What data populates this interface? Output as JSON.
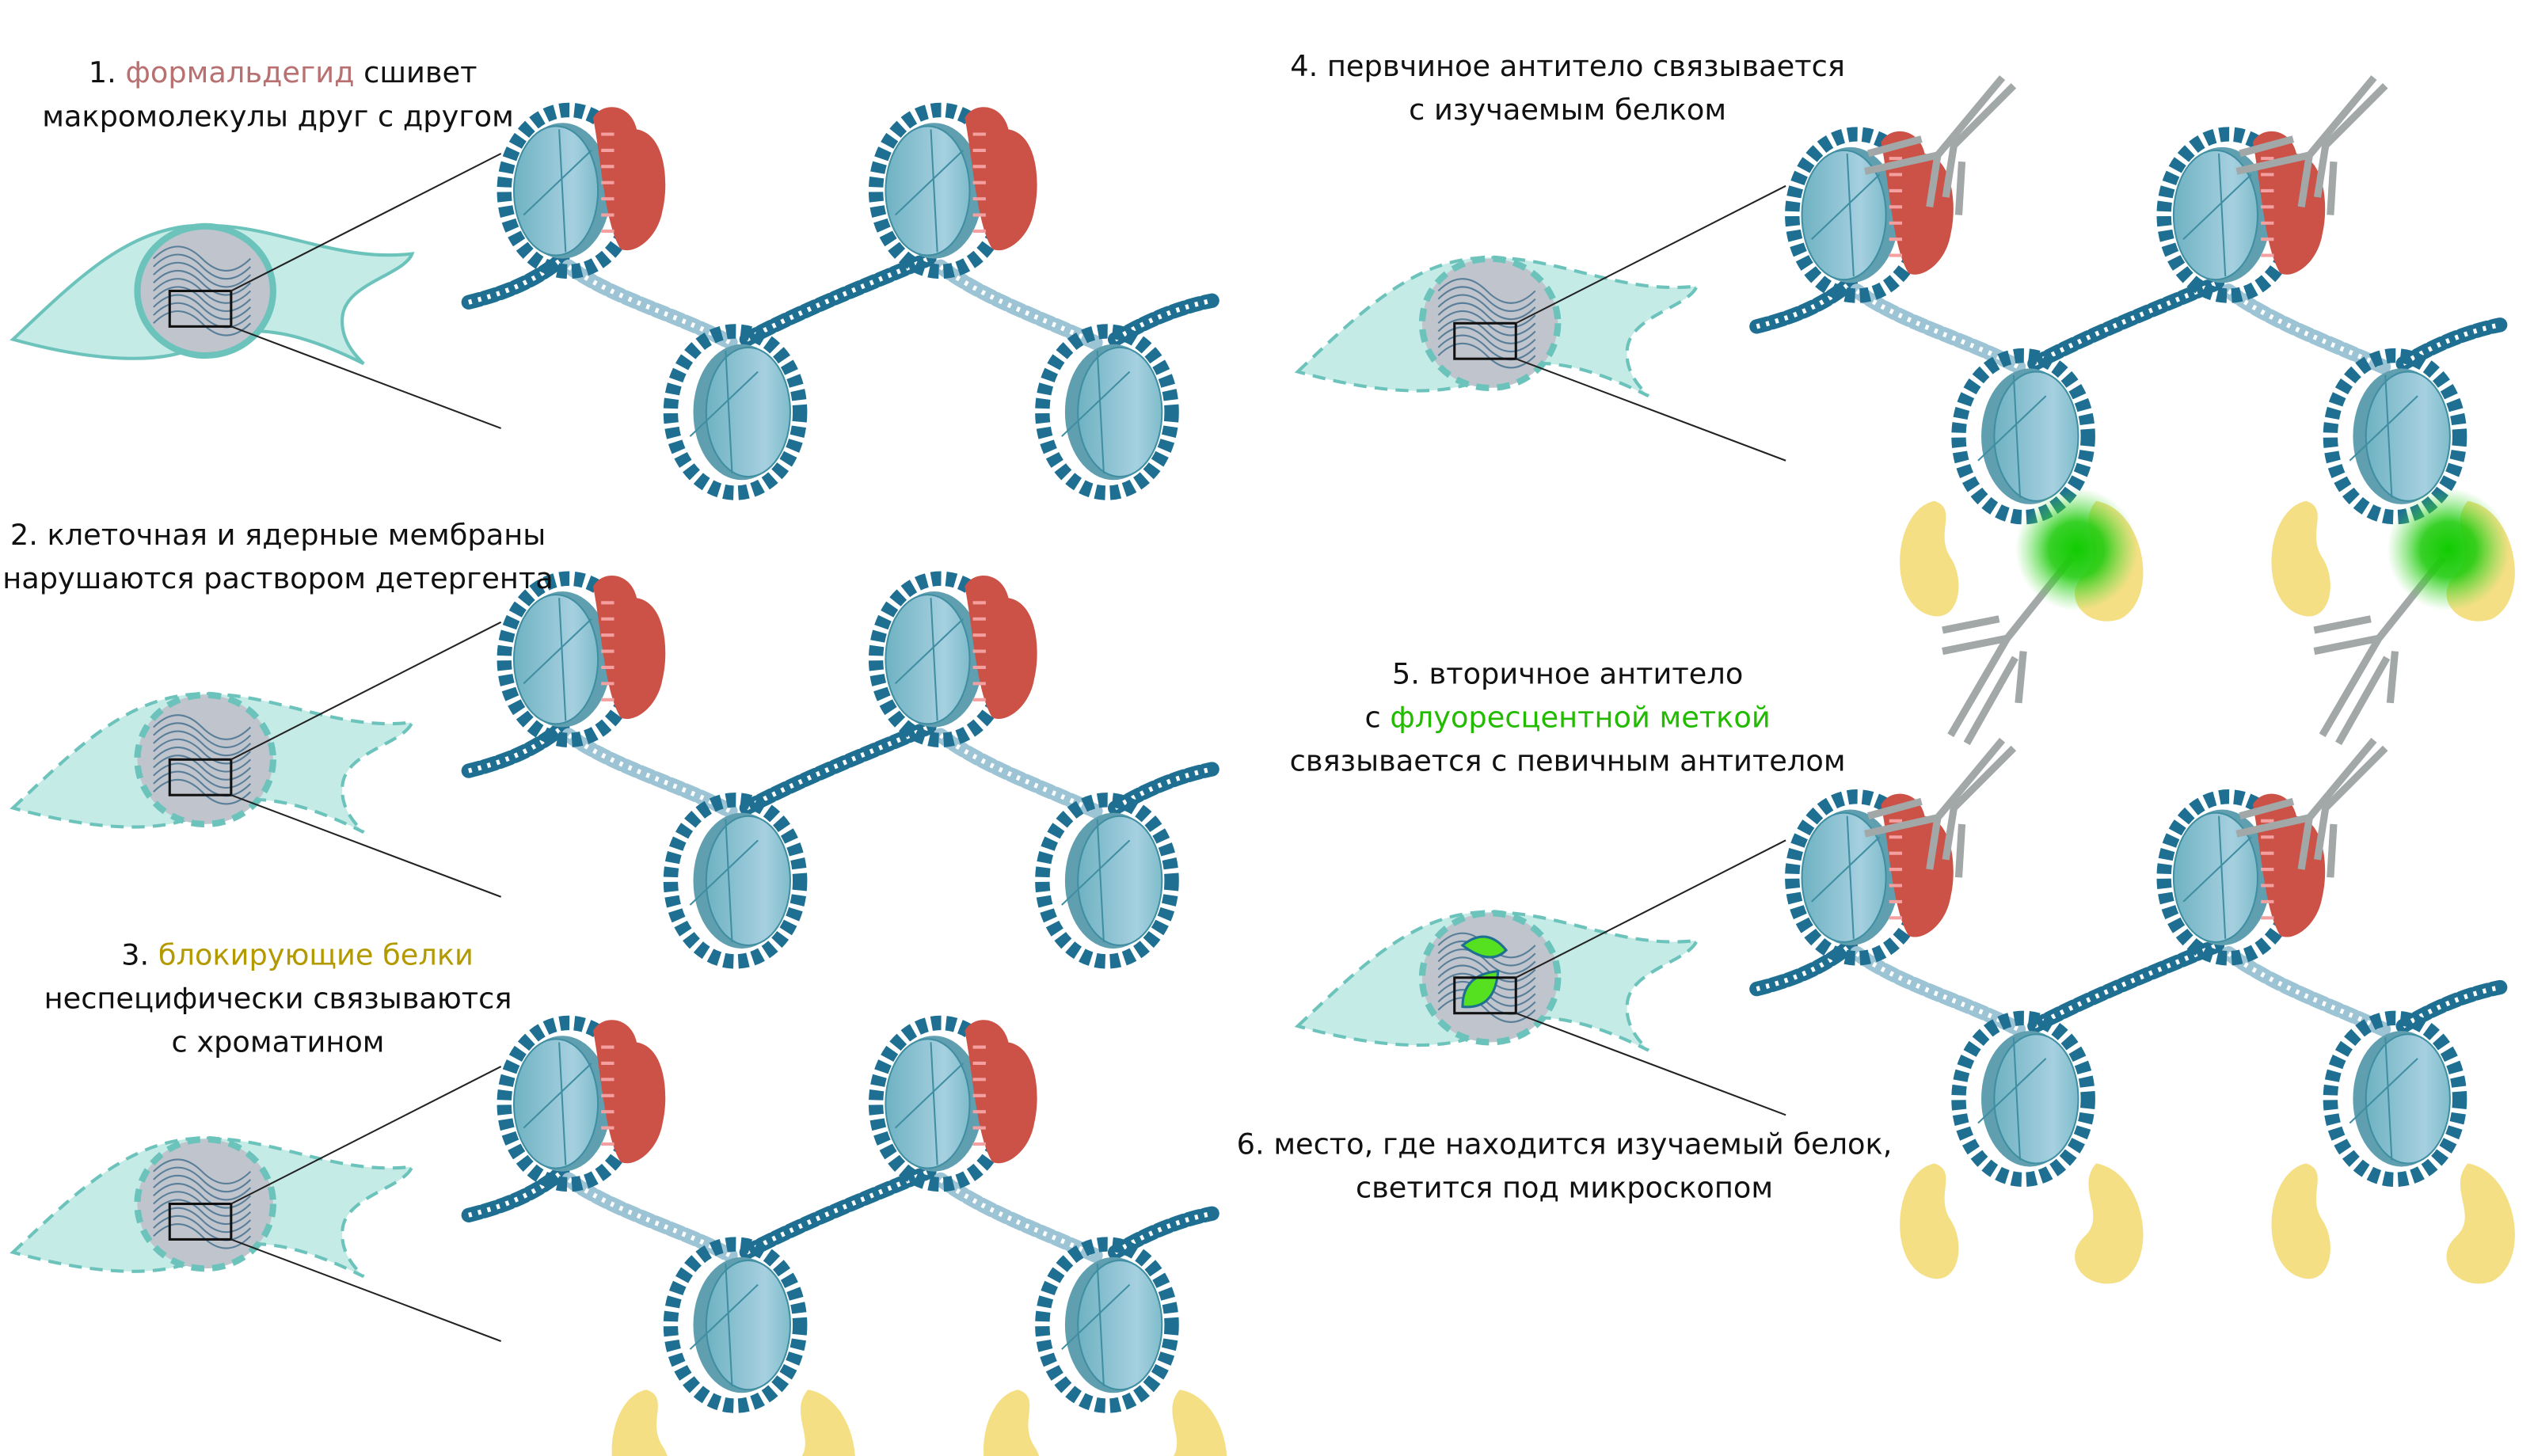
{
  "steps": {
    "s1": {
      "num": "1. ",
      "highlight": "формальдегид",
      "rest": " сшивет",
      "line2": "макромолекулы друг с другом"
    },
    "s2": {
      "line1": "2. клеточная и ядерные мембраны",
      "line2": "нарушаются раствором детергента"
    },
    "s3": {
      "num": "3. ",
      "highlight": "блокирующие белки",
      "line2": "неспецифически связываются",
      "line3": "с хроматином"
    },
    "s4": {
      "line1": "4. первчиное антитело связывается",
      "line2": "с изучаемым белком"
    },
    "s5": {
      "line1": "5. вторичное антитело",
      "prefix": "с ",
      "highlight": "флуоресцентной меткой",
      "line3": "связывается с певичным антителом"
    },
    "s6": {
      "line1": "6. место, где находится изучаемый белок,",
      "line2": "светится под микроскопом"
    }
  },
  "colors": {
    "formaldehyde": "#b87070",
    "blocking": "#b39a00",
    "fluorescent": "#22bb00",
    "cell_fill": "#c4ebe6",
    "cell_stroke": "#6cc3bb",
    "nucleus": "#c0c4cc",
    "dna": "#1e6f92",
    "histone": "#7fbccb",
    "target_protein": "#cc5247",
    "blocking_protein": "#f5df85",
    "antibody": "#a2a7a8",
    "glow": "#11cc00"
  }
}
